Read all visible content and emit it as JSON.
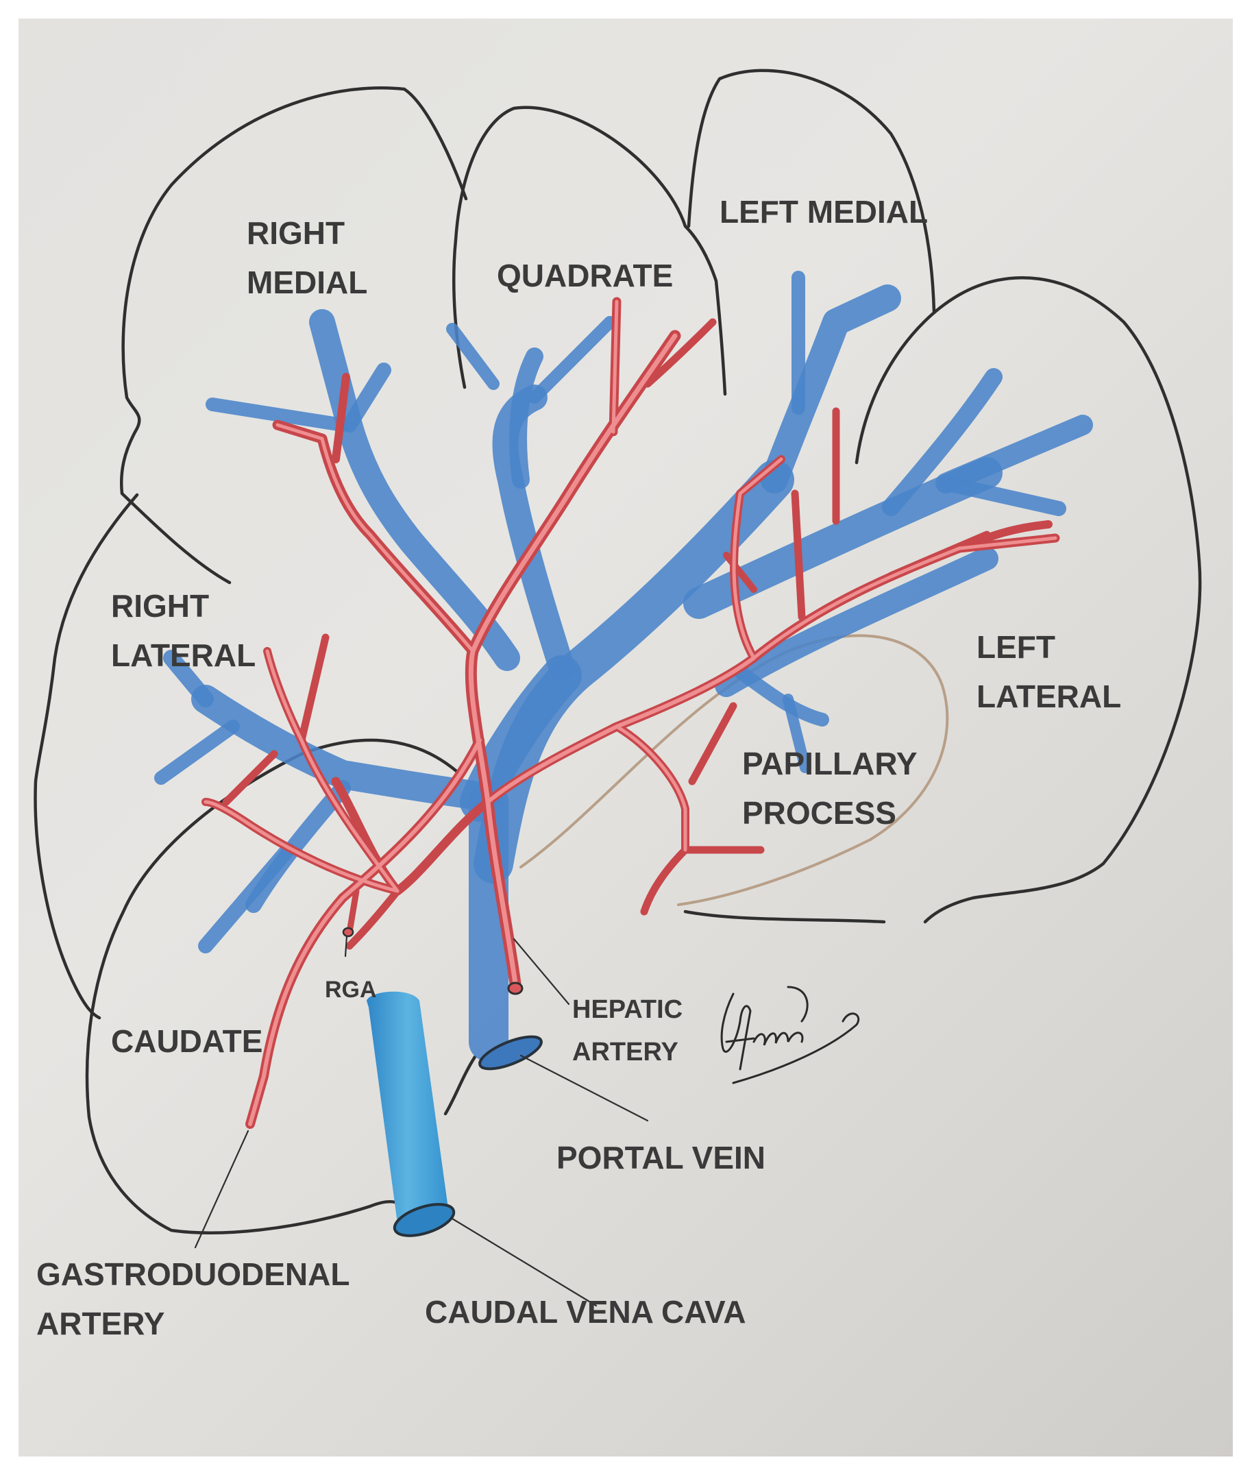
{
  "labels": {
    "right_medial": [
      "RIGHT",
      "MEDIAL"
    ],
    "quadrate": "QUADRATE",
    "left_medial": "LEFT MEDIAL",
    "right_lateral": [
      "RIGHT",
      "LATERAL"
    ],
    "left_lateral": [
      "LEFT",
      "LATERAL"
    ],
    "papillary_process": [
      "PAPILLARY",
      "PROCESS"
    ],
    "caudate": "CAUDATE",
    "rga": "RGA",
    "hepatic_artery": [
      "HEPATIC",
      "ARTERY"
    ],
    "portal_vein": "PORTAL VEIN",
    "gastroduodenal_artery": [
      "GASTRODUODENAL",
      "ARTERY"
    ],
    "caudal_vena_cava": "CAUDAL VENA CAVA"
  },
  "colors": {
    "outline": "#2f2f2f",
    "vein": "#4a84c9",
    "vena_cava": "#3f9fd6",
    "artery": "#d9585c",
    "papillary_outline": "#b89f88",
    "paper": "#e3e2df"
  }
}
